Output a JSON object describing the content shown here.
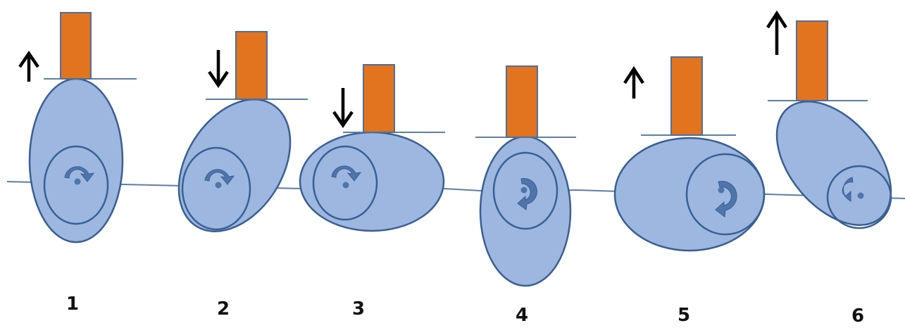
{
  "colors": {
    "cam_fill": "#9db7e0",
    "cam_stroke": "#3a5f93",
    "follower": "#e2731f",
    "line": "#5e7ea8"
  },
  "stages": [
    {
      "label": "1",
      "motion_arrow": "up"
    },
    {
      "label": "2",
      "motion_arrow": "down"
    },
    {
      "label": "3",
      "motion_arrow": "down"
    },
    {
      "label": "4",
      "motion_arrow": ""
    },
    {
      "label": "5",
      "motion_arrow": "up"
    },
    {
      "label": "6",
      "motion_arrow": "up"
    }
  ]
}
